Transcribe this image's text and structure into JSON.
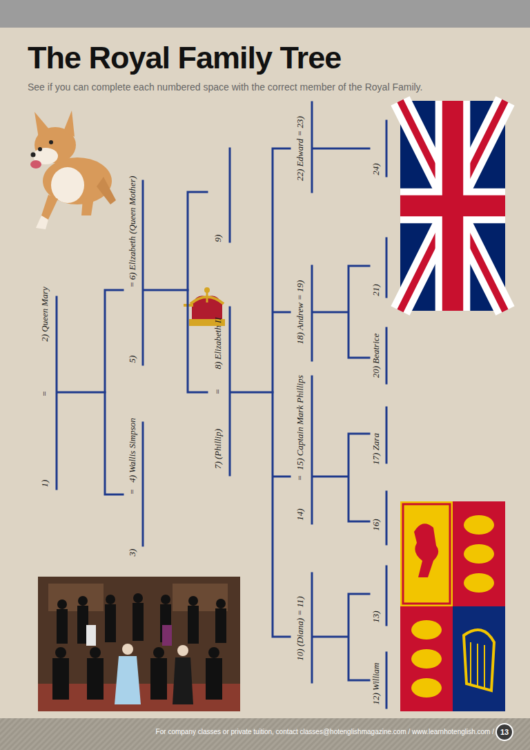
{
  "diagram": {
    "title": "The Royal Family Tree",
    "labels": [
      "See if you can complete each numbered space with the correct member of the Royal Family.",
      "2) Queen Mary",
      "=",
      "1)",
      "6) Elizabeth (Queen Mother)",
      "=",
      "5)",
      "4) Wallis Simpson",
      "=",
      "3)",
      "9)",
      "8) Elizabeth II",
      "=",
      "7) (Phillip)",
      "22) Edward = 23)",
      "18) Andrew = 19)",
      "15) Captain Mark Phillips",
      "=",
      "14)",
      "10) (Diana) = 11)",
      "24)",
      "21)",
      "20) Beatrice",
      "17) Zara",
      "16)",
      "13)",
      "12) William",
      "For company classes or private tuition, contact classes@hotenglishmagazine.com / www.learnhotenglish.com /",
      "13"
    ]
  }
}
